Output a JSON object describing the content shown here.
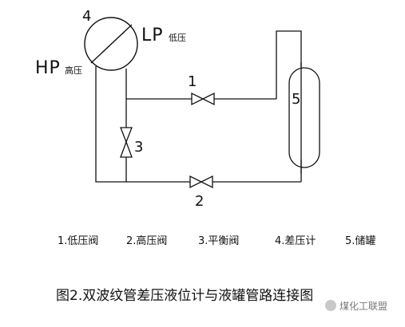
{
  "labels": {
    "gauge_no": "4",
    "lp": "LP",
    "lp_cn": "低压",
    "hp": "HP",
    "hp_cn": "高压",
    "n1": "1",
    "n2": "2",
    "n3": "3",
    "n5": "5"
  },
  "legend": {
    "i1": "1.低压阀",
    "i2": "2.高压阀",
    "i3": "3.平衡阀",
    "i4": "4.差压计",
    "i5": "5.储罐"
  },
  "caption": "图2.双波纹管差压液位计与液罐管路连接图",
  "watermark": "煤化工联盟"
}
